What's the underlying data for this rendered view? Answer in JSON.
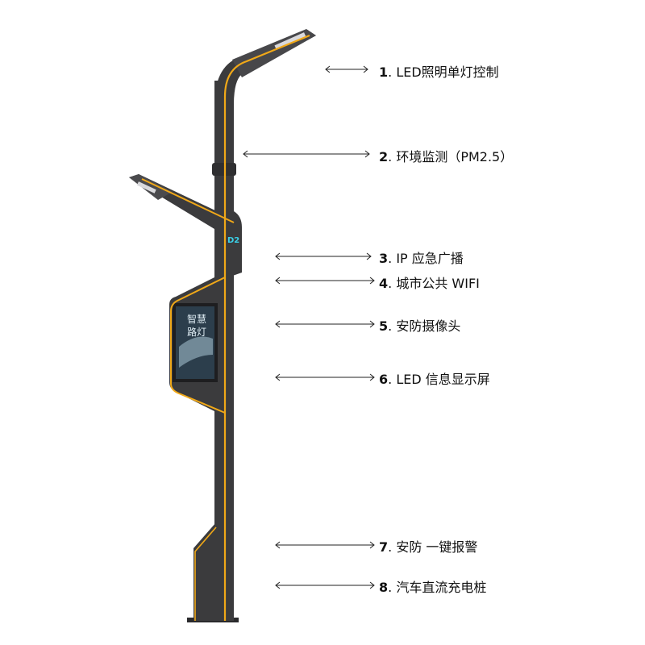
{
  "colors": {
    "pole": "#3b3b3d",
    "accent_stripe": "#f0a818",
    "screen_frame": "#1e1e20",
    "logo": "#3ad0e8",
    "arrow": "#222222",
    "text": "#111111"
  },
  "screen_text": "智慧路灯",
  "logo_text": "D2",
  "features": [
    {
      "num": "1",
      "sep": ". ",
      "text": "LED照明单灯控制"
    },
    {
      "num": "2",
      "sep": ". ",
      "text": "环境监测（PM2.5）"
    },
    {
      "num": "3",
      "sep": ". ",
      "text": "IP 应急广播"
    },
    {
      "num": "4",
      "sep": ". ",
      "text": "城市公共 WIFI"
    },
    {
      "num": "5",
      "sep": ". ",
      "text": "安防摄像头"
    },
    {
      "num": "6",
      "sep": ". ",
      "text": "LED 信息显示屏"
    },
    {
      "num": "7",
      "sep": ". ",
      "text": "安防 一键报警"
    },
    {
      "num": "8",
      "sep": ". ",
      "text": "汽车直流充电桩"
    }
  ]
}
